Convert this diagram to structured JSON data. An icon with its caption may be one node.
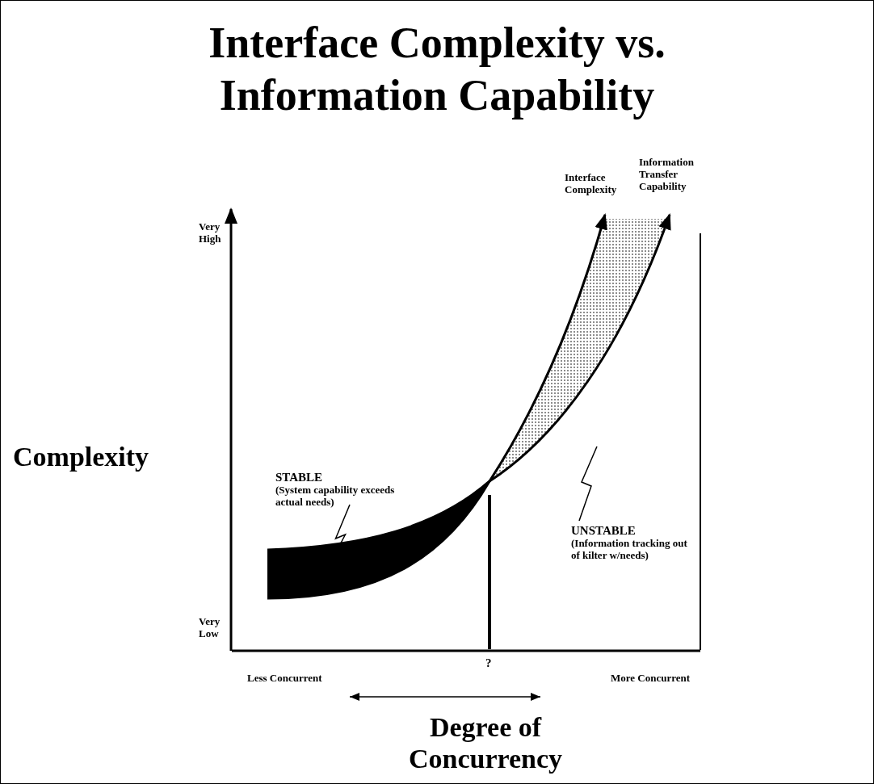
{
  "diagram": {
    "title": "Interface Complexity vs. Information Capability",
    "nodes": [
      {
        "text": [
          "STABLE",
          "(System capability exceeds actual needs)"
        ]
      },
      {
        "text": [],
        "shape": "area"
      },
      {
        "text": [
          "UNSTABLE",
          "(Information tracking out of kilter w/needs)"
        ]
      },
      {
        "text": [],
        "shape": "area"
      },
      {
        "text": [
          "Less Concurrent"
        ]
      },
      {
        "text": [
          "More Concurrent"
        ]
      }
    ],
    "edges": [
      {
        "from": 0,
        "to": 1,
        "arrow": "none"
      },
      {
        "from": 2,
        "to": 3,
        "arrow": "none"
      },
      {
        "from": 4,
        "to": 5,
        "arrow": "both"
      }
    ],
    "labels": [
      "Interface Complexity",
      "Information Transfer Capability",
      "Very High",
      "Complexity",
      "Very Low",
      "?",
      "Degree of Concurrency"
    ]
  }
}
